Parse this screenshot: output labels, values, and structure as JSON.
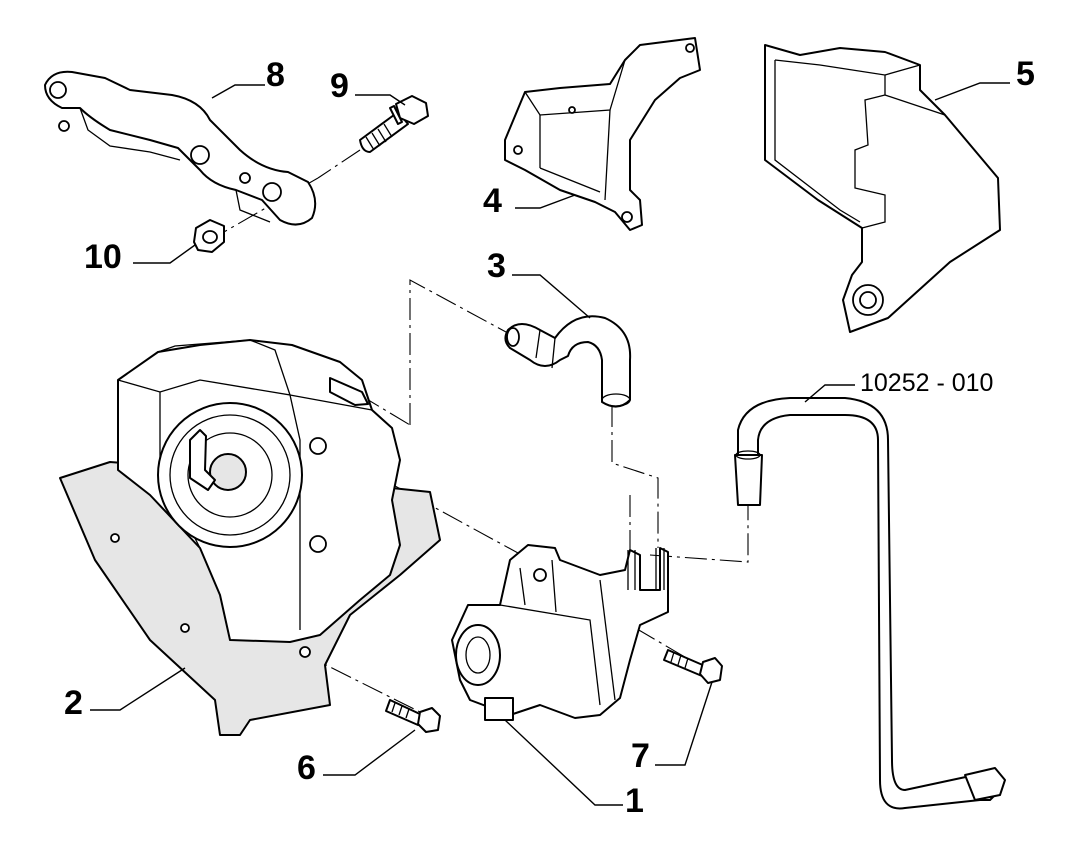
{
  "figure": {
    "callouts": [
      {
        "id": "c1",
        "label": "1"
      },
      {
        "id": "c2",
        "label": "2"
      },
      {
        "id": "c3",
        "label": "3"
      },
      {
        "id": "c4",
        "label": "4"
      },
      {
        "id": "c5",
        "label": "5"
      },
      {
        "id": "c6",
        "label": "6"
      },
      {
        "id": "c7",
        "label": "7"
      },
      {
        "id": "c8",
        "label": "8"
      },
      {
        "id": "c9",
        "label": "9"
      },
      {
        "id": "c10",
        "label": "10"
      }
    ],
    "reference_code": "10252 - 010"
  }
}
